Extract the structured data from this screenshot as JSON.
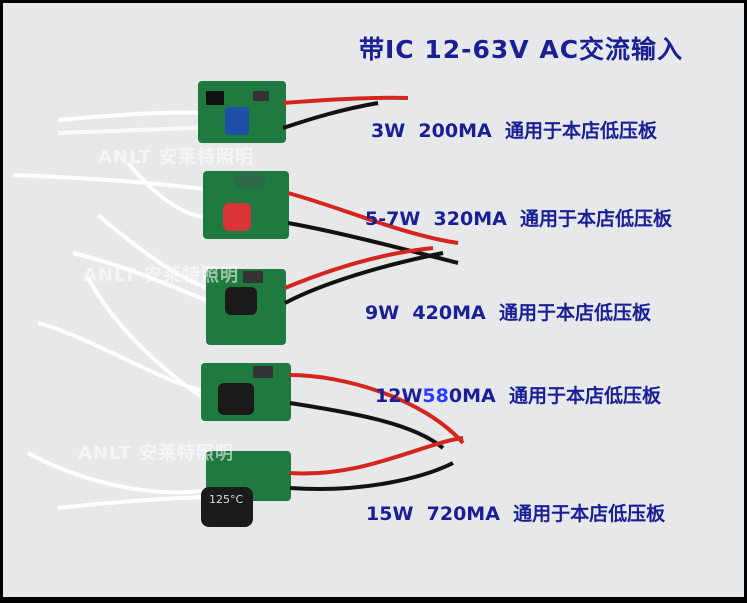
{
  "title": "带IC 12-63V AC交流输入",
  "watermark": "ANLT 安莱特照明",
  "rows": [
    {
      "power": "3W",
      "current": "200MA",
      "note": "通用于本店低压板"
    },
    {
      "power": "5-7W",
      "current": "320MA",
      "note": "通用于本店低压板"
    },
    {
      "power": "9W",
      "current": "420MA",
      "note": "通用于本店低压板"
    },
    {
      "power": "12W",
      "current_hl": "5",
      "current_hl2": "8",
      "current_rest": "0MA",
      "note": "通用于本店低压板"
    },
    {
      "power": "15W",
      "current": "720MA",
      "note": "通用于本店低压板"
    }
  ],
  "chip_text": "125°C",
  "colors": {
    "text": "#1a1f96",
    "pcb": "#1f7a3f",
    "wire_red": "#d4261e",
    "wire_black": "#121212"
  }
}
